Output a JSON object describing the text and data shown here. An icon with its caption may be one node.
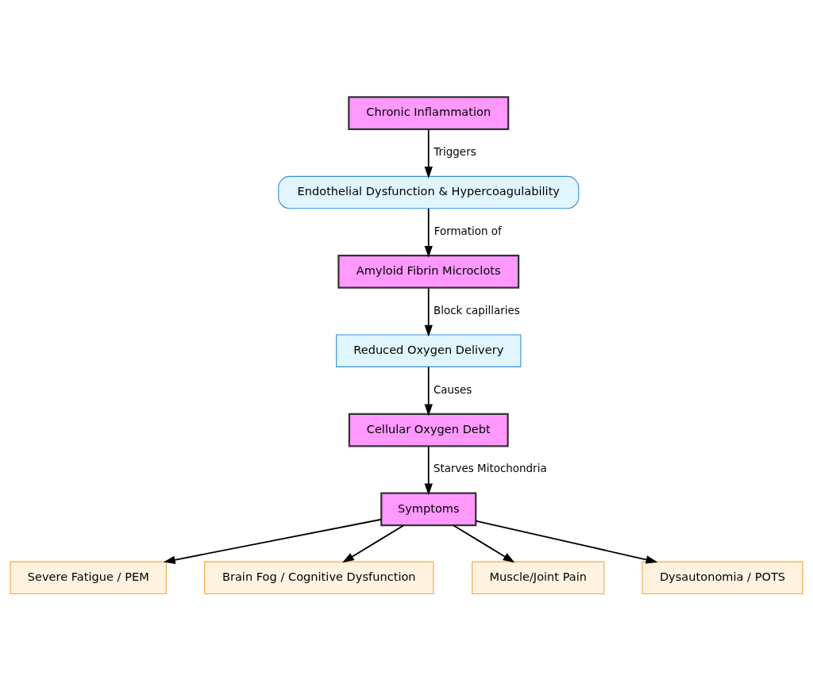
{
  "diagram": {
    "nodes": [
      {
        "text": [
          "Chronic Inflammation"
        ]
      },
      {
        "text": [
          "Endothelial Dysfunction & Hypercoagulability"
        ]
      },
      {
        "text": [
          "Amyloid Fibrin Microclots"
        ]
      },
      {
        "text": [
          "Reduced Oxygen Delivery"
        ]
      },
      {
        "text": [
          "Cellular Oxygen Debt"
        ]
      },
      {
        "text": [
          "Symptoms"
        ]
      },
      {
        "text": [
          "Severe Fatigue / PEM"
        ]
      },
      {
        "text": [
          "Brain Fog / Cognitive Dysfunction"
        ]
      },
      {
        "text": [
          "Muscle/Joint Pain"
        ]
      },
      {
        "text": [
          "Dysautonomia / POTS"
        ]
      }
    ],
    "edges": [
      {
        "from": 0,
        "to": 1,
        "arrow": "to",
        "label": "Triggers"
      },
      {
        "from": 1,
        "to": 2,
        "arrow": "to",
        "label": "Formation of"
      },
      {
        "from": 2,
        "to": 3,
        "arrow": "to",
        "label": "Block capillaries"
      },
      {
        "from": 3,
        "to": 4,
        "arrow": "to",
        "label": "Causes"
      },
      {
        "from": 4,
        "to": 5,
        "arrow": "to",
        "label": "Starves Mitochondria"
      },
      {
        "from": 5,
        "to": 6,
        "arrow": "to"
      },
      {
        "from": 5,
        "to": 7,
        "arrow": "to"
      },
      {
        "from": 5,
        "to": 8,
        "arrow": "to"
      },
      {
        "from": 5,
        "to": 9,
        "arrow": "to"
      }
    ]
  }
}
